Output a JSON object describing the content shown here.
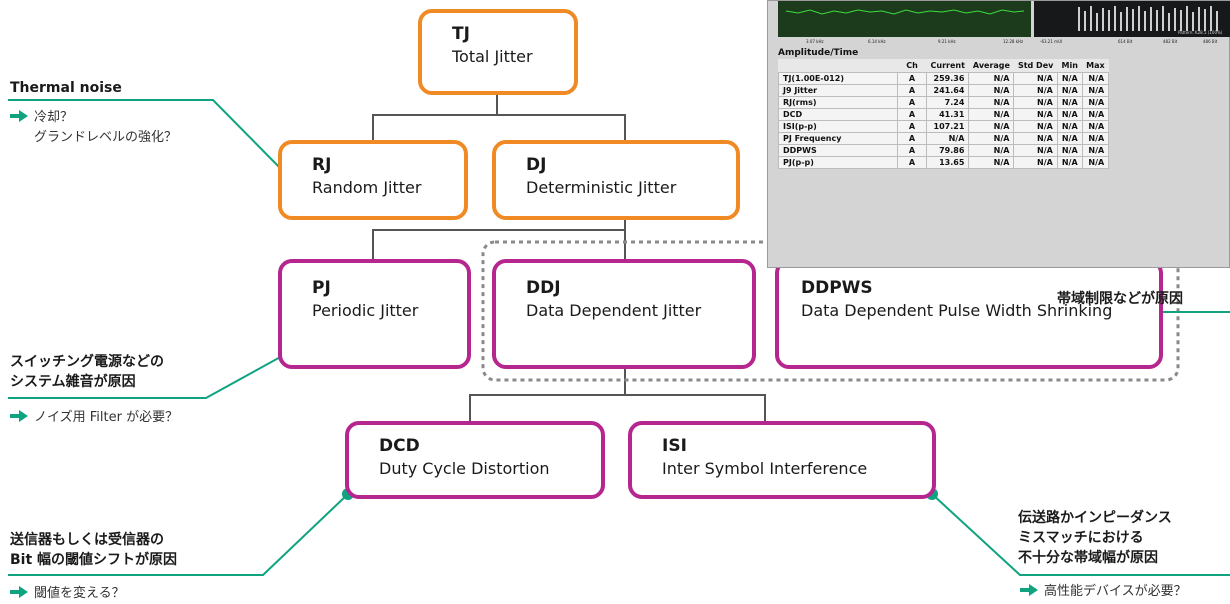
{
  "nodes": {
    "tj": {
      "abbr": "TJ",
      "full": "Total Jitter"
    },
    "rj": {
      "abbr": "RJ",
      "full": "Random Jitter"
    },
    "dj": {
      "abbr": "DJ",
      "full": "Deterministic Jitter"
    },
    "pj": {
      "abbr": "PJ",
      "full": "Periodic Jitter"
    },
    "ddj": {
      "abbr": "DDJ",
      "full": "Data Dependent Jitter"
    },
    "ddpws": {
      "abbr": "DDPWS",
      "full": "Data Dependent Pulse Width Shrinking"
    },
    "dcd": {
      "abbr": "DCD",
      "full": "Duty Cycle Distortion"
    },
    "isi": {
      "abbr": "ISI",
      "full": "Inter Symbol Interference"
    }
  },
  "annotations": {
    "thermal": {
      "head": "Thermal noise",
      "notes": [
        "冷却？",
        "グランドレベルの強化？"
      ]
    },
    "band": {
      "head": "帯域制限などが原因"
    },
    "switch": {
      "head": [
        "スイッチング電源などの",
        "システム雑音が原因"
      ],
      "note": "ノイズ用 Filter が必要？"
    },
    "tx": {
      "head": [
        "送信器もしくは受信器の",
        "Bit 幅の閾値シフトが原因"
      ],
      "note": "閾値を変える？"
    },
    "line": {
      "head": [
        "伝送路かインピーダンス",
        "ミスマッチにおける",
        "不十分な帯域幅が原因"
      ],
      "note": "高性能デバイスが必要？"
    }
  },
  "screenshot": {
    "panel_title": "Amplitude/Time",
    "axis_ticks_left": [
      "3.07 kHz",
      "6.14 kHz",
      "9.21 kHz",
      "12.28 kHz"
    ],
    "axis_ticks_right": [
      "-63.21 mUI",
      "614 Bit",
      "482 Bit",
      "486 Bit"
    ],
    "pattern_label": "Pattern: K28.5 (100%)",
    "columns": [
      "",
      "Ch",
      "Current",
      "Average",
      "Std Dev",
      "Min",
      "Max"
    ],
    "rows": [
      [
        "TJ(1.00E-012)",
        "A",
        "259.36",
        "N/A",
        "N/A",
        "N/A",
        "N/A"
      ],
      [
        "J9 Jitter",
        "A",
        "241.64",
        "N/A",
        "N/A",
        "N/A",
        "N/A"
      ],
      [
        "RJ(rms)",
        "A",
        "7.24",
        "N/A",
        "N/A",
        "N/A",
        "N/A"
      ],
      [
        "DCD",
        "A",
        "41.31",
        "N/A",
        "N/A",
        "N/A",
        "N/A"
      ],
      [
        "ISI(p-p)",
        "A",
        "107.21",
        "N/A",
        "N/A",
        "N/A",
        "N/A"
      ],
      [
        "PJ Frequency",
        "A",
        "N/A",
        "N/A",
        "N/A",
        "N/A",
        "N/A"
      ],
      [
        "DDPWS",
        "A",
        "79.86",
        "N/A",
        "N/A",
        "N/A",
        "N/A"
      ],
      [
        "PJ(p-p)",
        "A",
        "13.65",
        "N/A",
        "N/A",
        "N/A",
        "N/A"
      ]
    ]
  },
  "colors": {
    "orange": "#f08a24",
    "magenta": "#b5268f",
    "green": "#0fa37f",
    "tree_line": "#555555"
  }
}
